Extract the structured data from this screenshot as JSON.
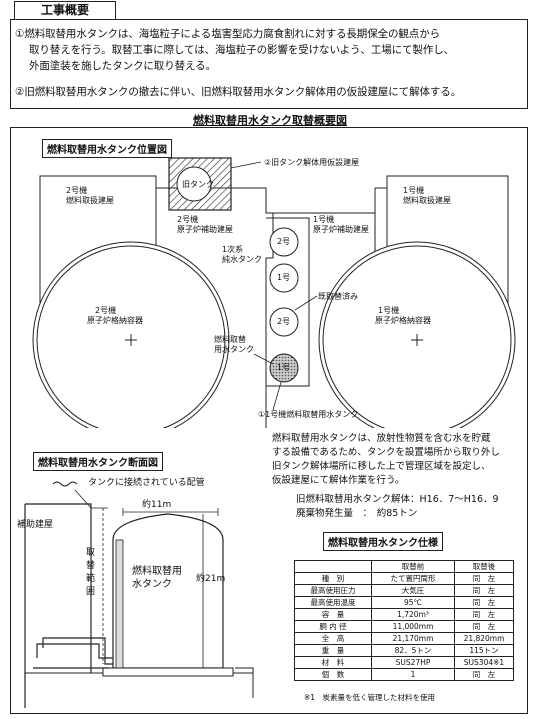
{
  "header": {
    "title": "工事概要",
    "item1_line1": "①燃料取替用水タンクは、海塩粒子による塩害型応力腐食割れに対する長期保全の観点から",
    "item1_line2": "取り替えを行う。取替工事に際しては、海塩粒子の影響を受けないよう、工場にて製作し、",
    "item1_line3": "外面塗装を施したタンクに取り替える。",
    "item2": "②旧燃料取替用水タンクの撤去に伴い、旧燃料取替用水タンク解体用の仮設建屋にて解体する。"
  },
  "figure": {
    "title": "燃料取替用水タンク取替概要図",
    "location": {
      "box_title": "燃料取替用水タンク位置図",
      "old_tank": "旧タンク",
      "temp_building": "②旧タンク解体用仮設建屋",
      "unit2_fuel_bldg": [
        "2号機",
        "燃料取扱建屋"
      ],
      "unit1_fuel_bldg": [
        "1号機",
        "燃料取扱建屋"
      ],
      "unit2_aux_bldg": [
        "2号機",
        "原子炉補助建屋"
      ],
      "unit1_aux_bldg": [
        "1号機",
        "原子炉補助建屋"
      ],
      "primary_tank": [
        "1次系",
        "純水タンク"
      ],
      "tank_no2": "2号",
      "tank_no1": "1号",
      "tank_no2b": "2号",
      "tank_no1_new": "1号",
      "replaced_label": "既取替済み",
      "rwst_label": [
        "燃料取替",
        "用水タンク"
      ],
      "unit2_containment": [
        "2号機",
        "原子炉格納容器"
      ],
      "unit1_containment": [
        "1号機",
        "原子炉格納容器"
      ],
      "unit1_rwst": "①1号機燃料取替用水タンク"
    },
    "description": {
      "line1": "燃料取替用水タンクは、放射性物質を含む水を貯蔵",
      "line2": "する設備であるため、タンクを設置場所から取り外し",
      "line3": "旧タンク解体場所に移した上で管理区域を設定し、",
      "line4": "仮設建屋にて解体作業を行う。",
      "period": "旧燃料取替用水タンク解体：H16．7～H16．9",
      "waste": "廃棄物発生量　：　約85トン"
    },
    "section": {
      "box_title": "燃料取替用水タンク断面図",
      "pipe_label": "タンクに接続されている配管",
      "width_label": "約11m",
      "height_label": "約21m",
      "aux_bldg": "補助建屋",
      "tank_label": [
        "燃料取替用",
        "水タンク"
      ],
      "range_label": [
        "取",
        "替",
        "範",
        "囲"
      ]
    },
    "spec": {
      "box_title": "燃料取替用水タンク仕様",
      "headers": [
        "",
        "取替前",
        "取替後"
      ],
      "rows": [
        [
          "種　別",
          "たて置円筒形",
          "同　左"
        ],
        [
          "最高使用圧力",
          "大気圧",
          "同　左"
        ],
        [
          "最高使用温度",
          "95℃",
          "同　左"
        ],
        [
          "容　量",
          "1,720m³",
          "同　左"
        ],
        [
          "胴 内 径",
          "11,000mm",
          "同　左"
        ],
        [
          "全　高",
          "21,170mm",
          "21,820mm"
        ],
        [
          "重　量",
          "82．5トン",
          "115トン"
        ],
        [
          "材　料",
          "SUS27HP",
          "SUS304※1"
        ],
        [
          "個　数",
          "1",
          "同　左"
        ]
      ],
      "note": "※1　炭素量を低く管理した材料を使用"
    }
  }
}
